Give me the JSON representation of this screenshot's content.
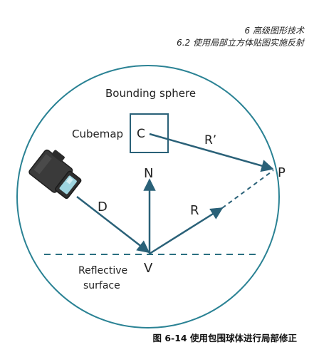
{
  "header": {
    "chapter": "6 高级图形技术",
    "section": "6.2 使用局部立方体贴图实施反射"
  },
  "diagram": {
    "bounding_sphere_label": "Bounding sphere",
    "cubemap_label": "Cubemap",
    "cubemap_center_label": "C",
    "point_p_label": "P",
    "normal_label": "N",
    "view_vector_label": "D",
    "reflected_vector_label": "R",
    "corrected_vector_label": "R’",
    "point_v_label": "V",
    "surface_label_line1": "Reflective",
    "surface_label_line2": "surface",
    "circle_color": "#2a8294",
    "vector_color": "#2a6178",
    "surface_color": "#2a6f80"
  },
  "caption": "图 6-14 使用包围球体进行局部修正"
}
